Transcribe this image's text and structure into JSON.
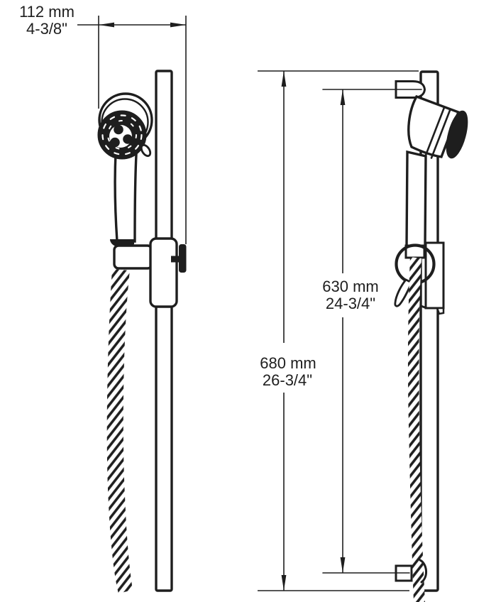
{
  "diagram": {
    "type": "product-dimension-drawing",
    "subject": "hand shower with slide bar",
    "labels": {
      "width": {
        "metric": "112 mm",
        "imperial": "4-3/8\""
      },
      "bracket_span": {
        "metric": "630 mm",
        "imperial": "24-3/4\""
      },
      "overall_height": {
        "metric": "680 mm",
        "imperial": "26-3/4\""
      }
    },
    "colors": {
      "line": "#1e1e1e",
      "background": "#ffffff"
    }
  }
}
